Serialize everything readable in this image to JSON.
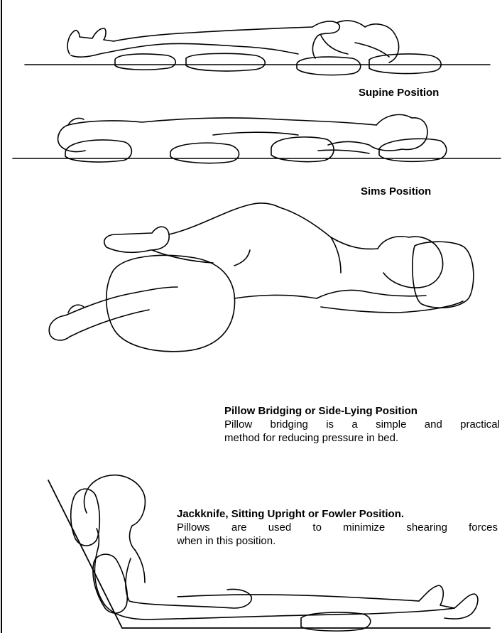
{
  "figures": [
    {
      "id": "supine",
      "title": "Supine Position"
    },
    {
      "id": "sims",
      "title": "Sims Position"
    },
    {
      "id": "bridging",
      "title": "Pillow Bridging or Side-Lying Position",
      "description_lines": [
        "Pillow bridging is a simple and practical",
        "method for reducing pressure in bed."
      ]
    },
    {
      "id": "fowler",
      "title": "Jackknife, Sitting Upright or Fowler Position.",
      "description_lines": [
        "Pillows are used to minimize shearing forces",
        "when in this position."
      ]
    }
  ],
  "style": {
    "line_color": "#000000",
    "background": "#ffffff"
  }
}
